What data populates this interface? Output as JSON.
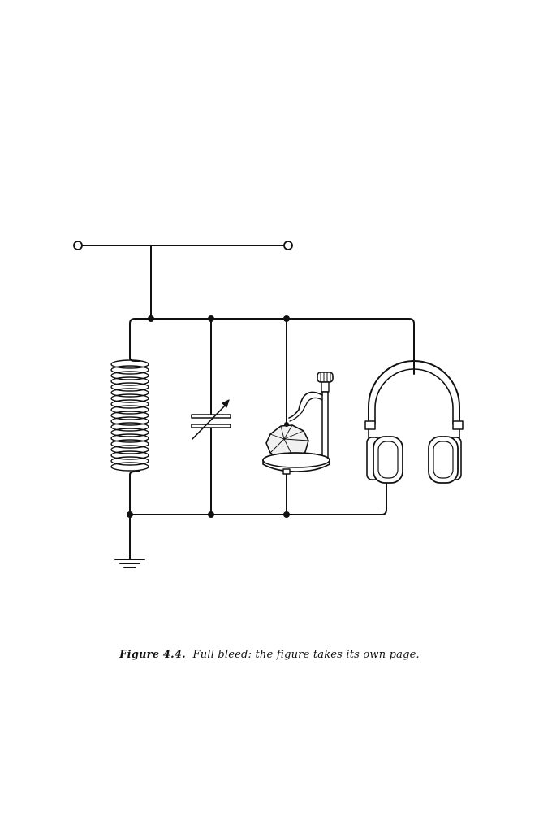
{
  "figure": {
    "caption_label": "Figure 4.4.",
    "caption_text": "Full bleed: the figure takes its own page."
  },
  "colors": {
    "ink": "#111111",
    "background": "#ffffff",
    "crystal_fill": "#f1f1f1"
  },
  "components": [
    "antenna-terminal",
    "tuning-coil",
    "variable-capacitor",
    "crystal-detector",
    "headphones",
    "ground"
  ]
}
